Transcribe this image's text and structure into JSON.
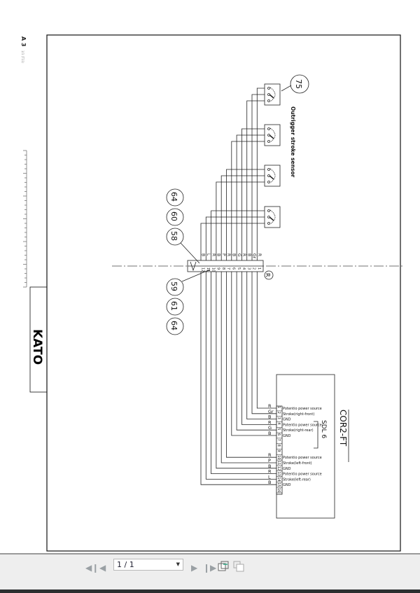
{
  "viewer": {
    "page_indicator": "1 / 1",
    "icons": [
      "first-page-icon",
      "previous-page-icon",
      "next-page-icon",
      "last-page-icon",
      "fit-page-icon",
      "two-page-icon"
    ]
  },
  "sheet": {
    "size_label": "A 3",
    "scale_label": "1/1 (T11)",
    "brand": "KATO",
    "sensor_title": "Outrigger stroke sensor",
    "sensor_ref": "75",
    "harness_refs_top": [
      "64",
      "60",
      "58"
    ],
    "harness_refs_bottom": [
      "59",
      "61",
      "64"
    ],
    "connector_mark": "R",
    "controller": "COR2-FT",
    "controller_connector": "SDL 6",
    "relay_wire_colors": [
      "R",
      "Gr",
      "B",
      "R",
      "G",
      "B",
      "R",
      "P",
      "B",
      "R",
      "L",
      "B"
    ],
    "pins": [
      {
        "no": "1",
        "color": "R",
        "desc": "Potentio power source"
      },
      {
        "no": "2",
        "color": "Gr",
        "desc": "Stroke(right-front)"
      },
      {
        "no": "3",
        "color": "B",
        "desc": "GND"
      },
      {
        "no": "4",
        "color": "R",
        "desc": "Potentio power source"
      },
      {
        "no": "5",
        "color": "G",
        "desc": "Stroke(right-rear)"
      },
      {
        "no": "6",
        "color": "B",
        "desc": "GND"
      },
      {
        "no": "7",
        "color": "",
        "desc": ""
      },
      {
        "no": "8",
        "color": "",
        "desc": ""
      },
      {
        "no": "9",
        "color": "",
        "desc": ""
      },
      {
        "no": "10",
        "color": "R",
        "desc": "Potentio power source"
      },
      {
        "no": "11",
        "color": "P",
        "desc": "Stroke(left-front)"
      },
      {
        "no": "12",
        "color": "B",
        "desc": "GND"
      },
      {
        "no": "13",
        "color": "R",
        "desc": "Potentio power source"
      },
      {
        "no": "14",
        "color": "L",
        "desc": "Stroke(left-rear)"
      },
      {
        "no": "15",
        "color": "B",
        "desc": "GND"
      },
      {
        "no": "16",
        "color": "",
        "desc": ""
      }
    ]
  }
}
